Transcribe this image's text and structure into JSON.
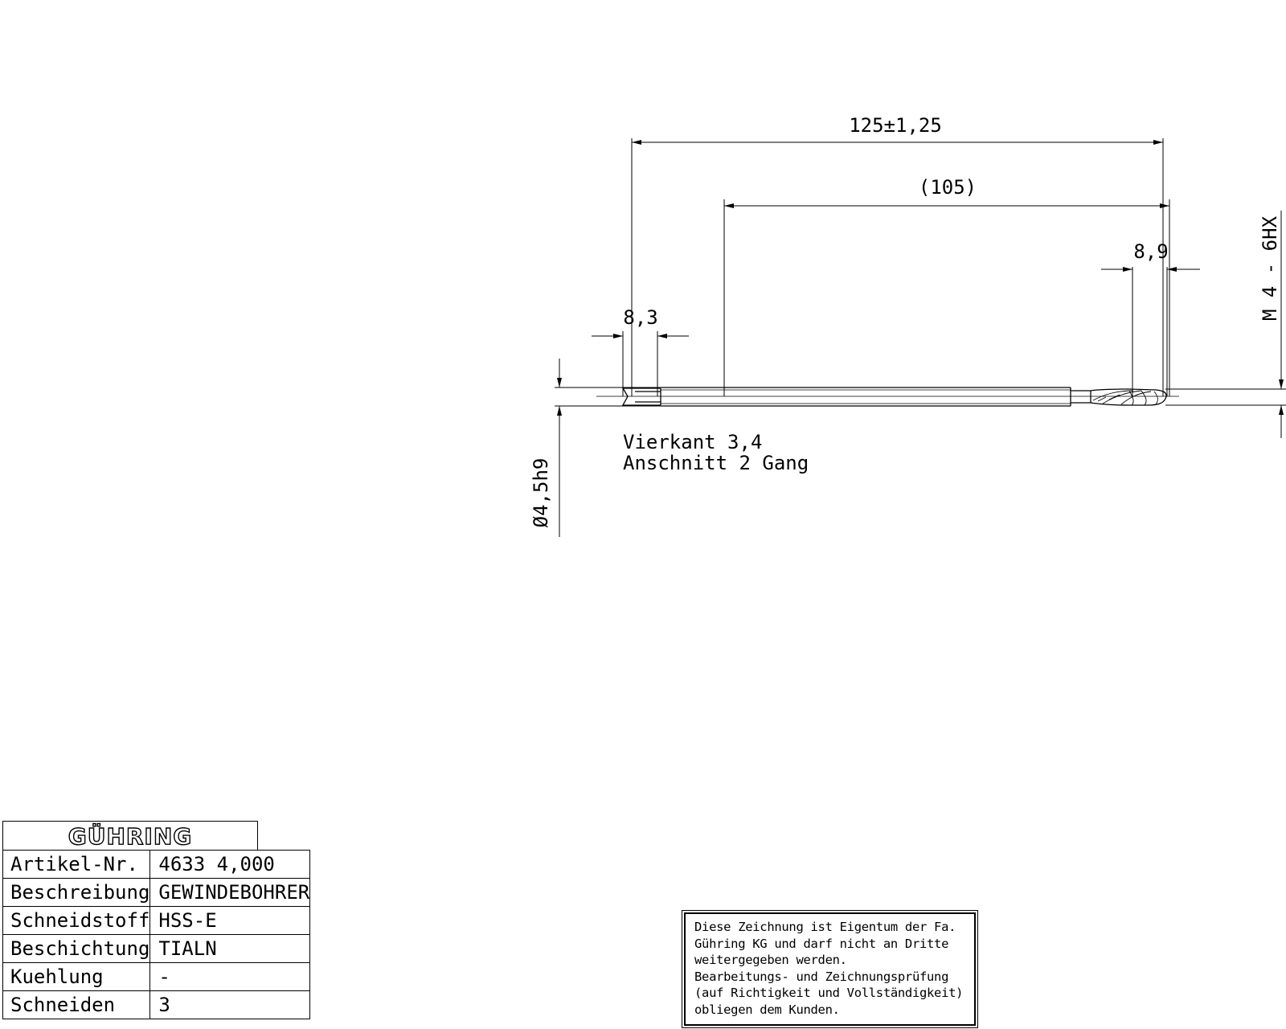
{
  "drawing": {
    "dimensions": {
      "overall_length": "125±1,25",
      "reference_length": "(105)",
      "thread_length": "8,9",
      "square_length": "8,3",
      "thread_designation": "M 4 - 6HX",
      "shank_diameter": "Ø4,5h9"
    },
    "notes": {
      "square": "Vierkant 3,4",
      "chamfer": "Anschnitt 2 Gang"
    }
  },
  "title_block": {
    "brand": "GÜHRING",
    "rows": [
      {
        "label": "Artikel-Nr.",
        "value": "4633 4,000"
      },
      {
        "label": "Beschreibung",
        "value": "GEWINDEBOHRER"
      },
      {
        "label": "Schneidstoff",
        "value": "HSS-E"
      },
      {
        "label": "Beschichtung",
        "value": "TIALN"
      },
      {
        "label": "Kuehlung",
        "value": "-"
      },
      {
        "label": "Schneiden",
        "value": "3"
      }
    ]
  },
  "disclaimer": {
    "lines": [
      "Diese Zeichnung ist Eigentum der Fa.",
      "Gühring KG und darf nicht an Dritte",
      "weitergegeben werden.",
      "Bearbeitungs- und Zeichnungsprüfung",
      "(auf Richtigkeit und Vollständigkeit)",
      "obliegen dem Kunden."
    ]
  }
}
